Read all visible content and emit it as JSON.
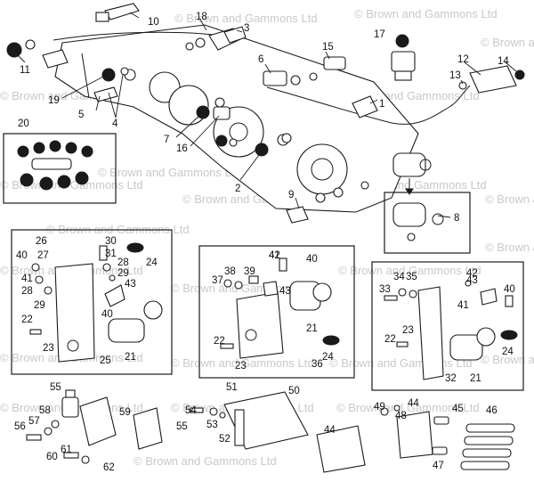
{
  "watermark": {
    "text": "Brown and Gammons Ltd",
    "symbol": "©"
  },
  "callouts": [
    "1",
    "2",
    "3",
    "4",
    "5",
    "6",
    "7",
    "8",
    "9",
    "10",
    "11",
    "12",
    "13",
    "14",
    "15",
    "16",
    "17",
    "18",
    "19",
    "20",
    "21",
    "21",
    "21",
    "22",
    "22",
    "22",
    "23",
    "23",
    "23",
    "24",
    "24",
    "24",
    "25",
    "26",
    "27",
    "28",
    "28",
    "29",
    "29",
    "30",
    "31",
    "32",
    "33",
    "34",
    "35",
    "36",
    "37",
    "38",
    "39",
    "40",
    "40",
    "40",
    "40",
    "41",
    "41",
    "41",
    "42",
    "42",
    "43",
    "43",
    "43",
    "44",
    "44",
    "45",
    "46",
    "47",
    "48",
    "49",
    "50",
    "51",
    "52",
    "53",
    "54",
    "55",
    "55",
    "56",
    "57",
    "58",
    "59",
    "60",
    "61",
    "62"
  ]
}
